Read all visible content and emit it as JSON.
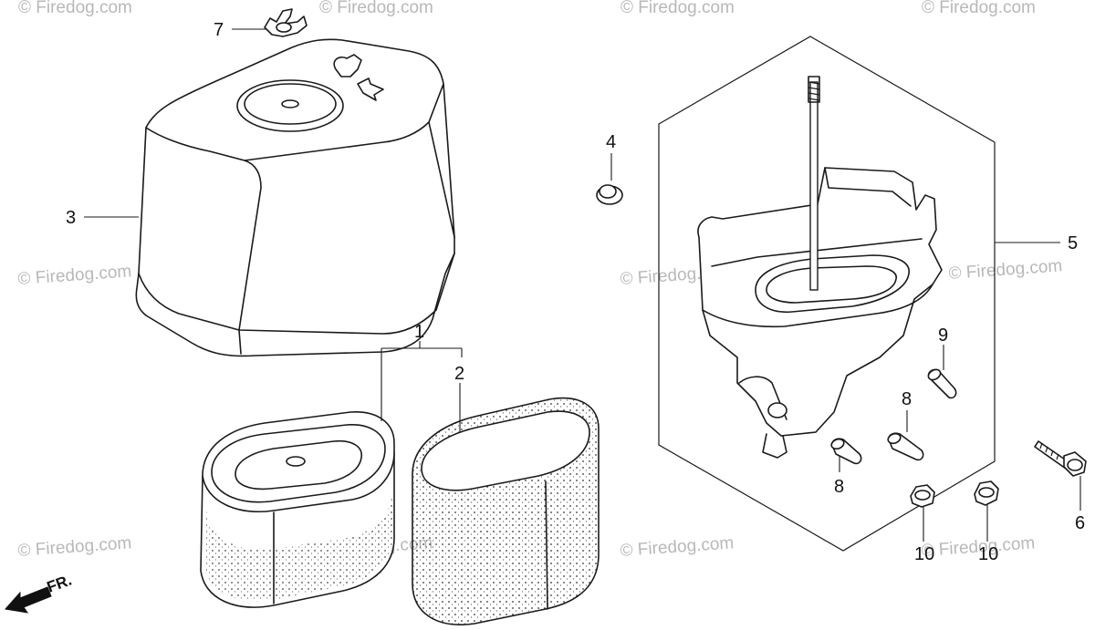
{
  "diagram": {
    "callouts": {
      "c1": "1",
      "c2": "2",
      "c3": "3",
      "c4": "4",
      "c5": "5",
      "c6": "6",
      "c7": "7",
      "c8a": "8",
      "c8b": "8",
      "c9": "9",
      "c10a": "10",
      "c10b": "10"
    },
    "front_marker": "FR.",
    "watermark": "© Firedog.com"
  },
  "parts": [
    {
      "id": "1",
      "icon": "air-cleaner-element-icon"
    },
    {
      "id": "2",
      "icon": "foam-pre-filter-icon"
    },
    {
      "id": "3",
      "icon": "air-cleaner-cover-icon"
    },
    {
      "id": "4",
      "icon": "grommet-icon"
    },
    {
      "id": "5",
      "icon": "air-cleaner-case-icon"
    },
    {
      "id": "6",
      "icon": "flange-bolt-icon"
    },
    {
      "id": "7",
      "icon": "wing-nut-icon"
    },
    {
      "id": "8",
      "icon": "collar-icon"
    },
    {
      "id": "9",
      "icon": "collar-icon"
    },
    {
      "id": "10",
      "icon": "flange-nut-icon"
    }
  ]
}
